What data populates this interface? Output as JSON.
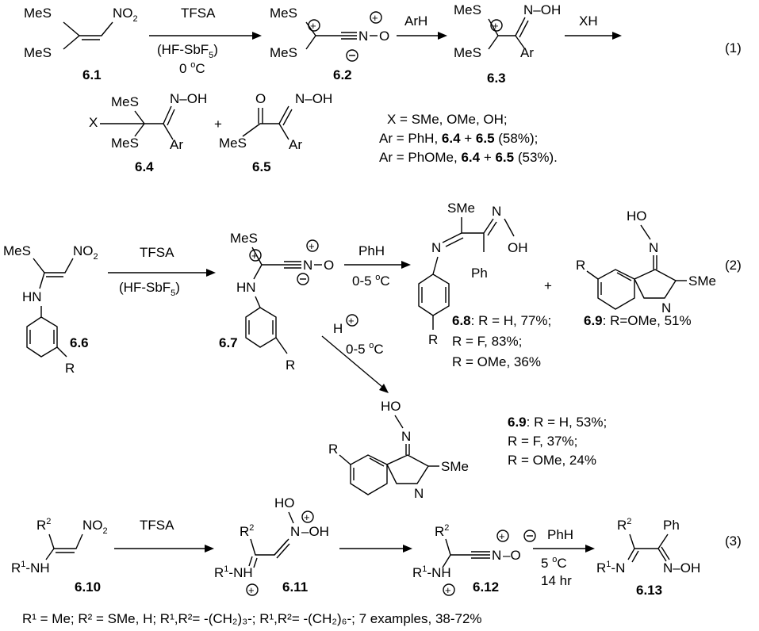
{
  "scheme1": {
    "eq": "(1)",
    "c61_sme_top": "MeS",
    "c61_sme_bot": "MeS",
    "c61_no2": "NO",
    "c61_no2_sub": "2",
    "c61_num": "6.1",
    "arrow1_top": "TFSA",
    "arrow1_mid_a": "(HF-SbF",
    "arrow1_mid_sub": "5",
    "arrow1_mid_b": ")",
    "arrow1_bot_a": "0 ",
    "arrow1_bot_sup": "o",
    "arrow1_bot_b": "C",
    "c62_sme_top": "MeS",
    "c62_sme_bot": "MeS",
    "c62_n": "N",
    "c62_o": "O",
    "c62_num": "6.2",
    "arrow2_top": "ArH",
    "c63_sme_top": "MeS",
    "c63_sme_bot": "MeS",
    "c63_noh": "N–OH",
    "c63_ar": "Ar",
    "c63_num": "6.3",
    "arrow3_top": "XH",
    "c64_sme_top": "MeS",
    "c64_x": "X",
    "c64_sme_bot": "MeS",
    "c64_noh": "N–OH",
    "c64_ar": "Ar",
    "c64_num": "6.4",
    "plus": "+",
    "c65_o": "O",
    "c65_noh": "N–OH",
    "c65_mes": "MeS",
    "c65_ar": "Ar",
    "c65_num": "6.5",
    "note1": "X = SMe, OMe, OH;",
    "note2_a": "Ar = PhH, ",
    "note2_b": "6.4",
    "note2_c": " + ",
    "note2_d": "6.5",
    "note2_e": " (58%);",
    "note3_a": "Ar = PhOMe, ",
    "note3_b": "6.4",
    "note3_c": " + ",
    "note3_d": "6.5",
    "note3_e": " (53%)."
  },
  "scheme2": {
    "eq": "(2)",
    "c66_mes": "MeS",
    "c66_no2": "NO",
    "c66_no2_sub": "2",
    "c66_hn": "HN",
    "c66_r": "R",
    "c66_num": "6.6",
    "arrow1_top": "TFSA",
    "arrow1_bot_a": "(HF-SbF",
    "arrow1_bot_sub": "5",
    "arrow1_bot_b": ")",
    "c67_mes": "MeS",
    "c67_n": "N",
    "c67_o": "O",
    "c67_hn": "HN",
    "c67_r": "R",
    "c67_num": "6.7",
    "arrow2_top": "PhH",
    "arrow2_bot_a": "0-5 ",
    "arrow2_bot_sup": "o",
    "arrow2_bot_b": "C",
    "c68_sme": "SMe",
    "c68_n": "N",
    "c68_noh_n": "N",
    "c68_oh": "OH",
    "c68_ph": "Ph",
    "c68_r": "R",
    "c68_num": "6.8",
    "c68_y1": ": R = H, 77%;",
    "c68_y2": "R = F, 83%;",
    "c68_y3": "R = OMe, 36%",
    "plus": "+",
    "c69a_ho": "HO",
    "c69a_n": "N",
    "c69a_r": "R",
    "c69a_sme": "SMe",
    "c69a_ring_n": "N",
    "c69a_num": "6.9",
    "c69a_yield": ": R=OMe, 51%",
    "diag_h": "H",
    "diag_bot_a": "0-5 ",
    "diag_bot_sup": "o",
    "diag_bot_b": "C",
    "c69b_ho": "HO",
    "c69b_n": "N",
    "c69b_r": "R",
    "c69b_sme": "SMe",
    "c69b_ring_n": "N",
    "c69b_num": "6.9",
    "c69b_y1": ": R = H, 53%;",
    "c69b_y2": "R = F, 37%;",
    "c69b_y3": "R = OMe, 24%"
  },
  "scheme3": {
    "eq": "(3)",
    "c610_r2": "R",
    "c610_r2_sup": "2",
    "c610_no2": "NO",
    "c610_no2_sub": "2",
    "c610_r1": "R",
    "c610_r1_sup": "1",
    "c610_nh": "-NH",
    "c610_num": "6.10",
    "arrow1_top": "TFSA",
    "c611_ho": "HO",
    "c611_n": "N",
    "c611_oh": "–OH",
    "c611_r2": "R",
    "c611_r2_sup": "2",
    "c611_r1": "R",
    "c611_r1_sup": "1",
    "c611_nh": "-NH",
    "c611_num": "6.11",
    "c612_r2": "R",
    "c612_r2_sup": "2",
    "c612_n": "N",
    "c612_o": "–O",
    "c612_r1": "R",
    "c612_r1_sup": "1",
    "c612_nh": "-NH",
    "c612_num": "6.12",
    "arrow3_top": "PhH",
    "arrow3_mid_a": "5 ",
    "arrow3_mid_sup": "o",
    "arrow3_mid_b": "C",
    "arrow3_bot": "14 hr",
    "c613_r2": "R",
    "c613_r2_sup": "2",
    "c613_ph": "Ph",
    "c613_r1": "R",
    "c613_r1_sup": "1",
    "c613_n": "-N",
    "c613_noh": "N–OH",
    "c613_num": "6.13",
    "foot": "R¹ = Me; R² = SMe, H; R¹,R²= -(CH₂)₃-; R¹,R²= -(CH₂)₆-; 7 examples, 38-72%"
  }
}
